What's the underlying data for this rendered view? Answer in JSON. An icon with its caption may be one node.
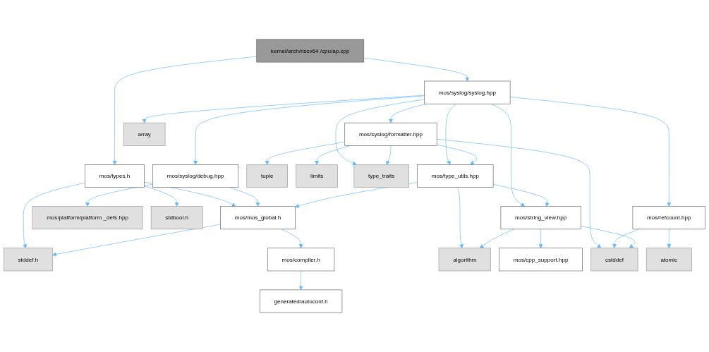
{
  "diagram": {
    "nodes": [
      {
        "text": [
          "kernel/arch/riscv64 /cpu/ap.cpp"
        ]
      },
      {
        "text": [
          "mos/syslog/syslog.hpp"
        ]
      },
      {
        "text": [
          "mos/types.h"
        ]
      },
      {
        "text": [
          "mos/syslog/debug.hpp"
        ]
      },
      {
        "text": [
          "mos/syslog/formatter.hpp"
        ]
      },
      {
        "text": [
          "array"
        ]
      },
      {
        "text": [
          "mos/refcount.hpp"
        ]
      },
      {
        "text": [
          "mos/platform/platform _defs.hpp"
        ]
      },
      {
        "text": [
          "tuple"
        ]
      },
      {
        "text": [
          "limits"
        ]
      },
      {
        "text": [
          "type_traits"
        ]
      },
      {
        "text": [
          "atomic"
        ]
      },
      {
        "text": [
          "mos/type_utils.hpp"
        ]
      },
      {
        "text": [
          "stdbool.h"
        ]
      },
      {
        "text": [
          "mos/mos_global.h"
        ]
      },
      {
        "text": [
          "mos/string_view.hpp"
        ]
      },
      {
        "text": [
          "stddef.h"
        ]
      },
      {
        "text": [
          "mos/compiler.h"
        ]
      },
      {
        "text": [
          "algorithm"
        ]
      },
      {
        "text": [
          "mos/cpp_support.hpp"
        ]
      },
      {
        "text": [
          "cstddef"
        ]
      },
      {
        "text": [
          "generated/autoconf.h"
        ]
      }
    ],
    "edges": [
      {
        "from": 0,
        "to": 1,
        "arrow": "to"
      },
      {
        "from": 0,
        "to": 2,
        "arrow": "to"
      },
      {
        "from": 1,
        "to": 3,
        "arrow": "to"
      },
      {
        "from": 1,
        "to": 12,
        "arrow": "to"
      },
      {
        "from": 1,
        "to": 4,
        "arrow": "to"
      },
      {
        "from": 1,
        "to": 5,
        "arrow": "to"
      },
      {
        "from": 1,
        "to": 10,
        "arrow": "to"
      },
      {
        "from": 1,
        "to": 15,
        "arrow": "to"
      },
      {
        "from": 1,
        "to": 6,
        "arrow": "to"
      },
      {
        "from": 2,
        "to": 16,
        "arrow": "to"
      },
      {
        "from": 2,
        "to": 13,
        "arrow": "to"
      },
      {
        "from": 2,
        "to": 14,
        "arrow": "to"
      },
      {
        "from": 3,
        "to": 14,
        "arrow": "to"
      },
      {
        "from": 3,
        "to": 7,
        "arrow": "to"
      },
      {
        "from": 4,
        "to": 12,
        "arrow": "to"
      },
      {
        "from": 4,
        "to": 8,
        "arrow": "to"
      },
      {
        "from": 4,
        "to": 9,
        "arrow": "to"
      },
      {
        "from": 4,
        "to": 10,
        "arrow": "to"
      },
      {
        "from": 4,
        "to": 20,
        "arrow": "to"
      },
      {
        "from": 6,
        "to": 20,
        "arrow": "to"
      },
      {
        "from": 6,
        "to": 11,
        "arrow": "to"
      },
      {
        "from": 12,
        "to": 14,
        "arrow": "to"
      },
      {
        "from": 12,
        "to": 18,
        "arrow": "to"
      },
      {
        "from": 12,
        "to": 15,
        "arrow": "to"
      },
      {
        "from": 14,
        "to": 16,
        "arrow": "to"
      },
      {
        "from": 14,
        "to": 17,
        "arrow": "to"
      },
      {
        "from": 15,
        "to": 18,
        "arrow": "to"
      },
      {
        "from": 15,
        "to": 19,
        "arrow": "to"
      },
      {
        "from": 15,
        "to": 20,
        "arrow": "to"
      },
      {
        "from": 17,
        "to": 21,
        "arrow": "to"
      }
    ]
  }
}
